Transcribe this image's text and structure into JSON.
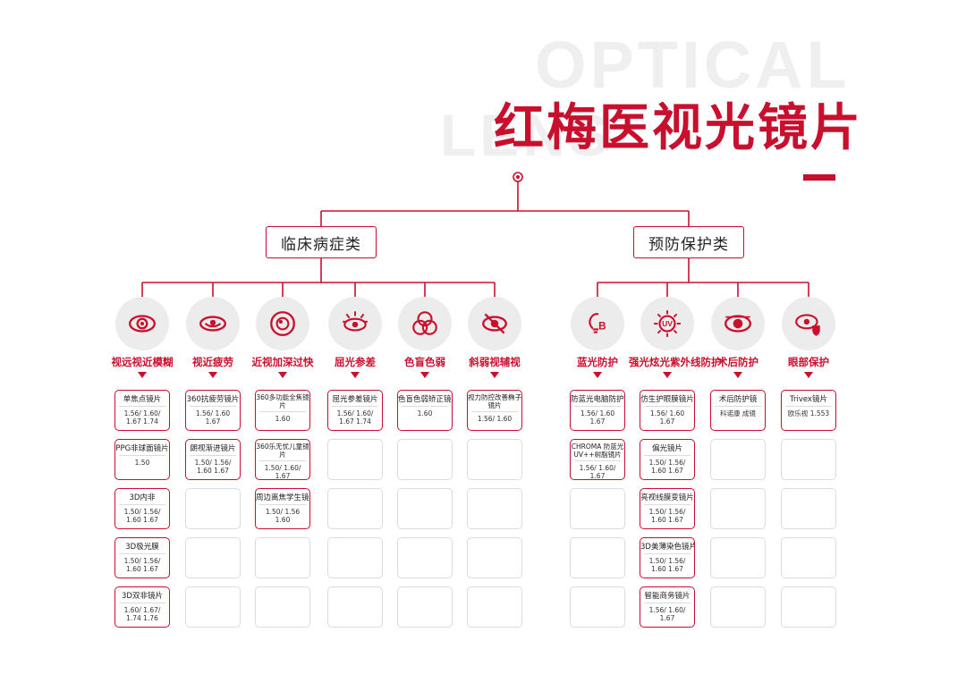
{
  "header": {
    "title": "红梅医视光镜片",
    "bg_word_1": "OPTICAL",
    "bg_word_2": "LENS"
  },
  "colors": {
    "accent": "#c8102e",
    "icon_bg": "#ececec",
    "card_border": "#c8102e",
    "empty_border": "#dcdcdc"
  },
  "categories": [
    {
      "label": "临床病症类",
      "subs": [
        {
          "label": "视远视近模糊",
          "icon": "eye-icon",
          "cards": [
            {
              "title": "单焦点镜片",
              "values": "1.56/ 1.60/ 1.67 1.74"
            },
            {
              "title": "PPG非球面镜片",
              "values": "1.50"
            },
            {
              "title": "3D内非",
              "values": "1.50/ 1.56/ 1.60 1.67"
            },
            {
              "title": "3D极光膜",
              "values": "1.50/ 1.56/ 1.60 1.67"
            },
            {
              "title": "3D双非镜片",
              "values": "1.60/ 1.67/ 1.74 1.76"
            }
          ]
        },
        {
          "label": "视近疲劳",
          "icon": "tired-eye-icon",
          "cards": [
            {
              "title": "360抗疲劳镜片",
              "values": "1.56/ 1.60 1.67"
            },
            {
              "title": "朗视渐进镜片",
              "values": "1.50/ 1.56/ 1.60 1.67"
            }
          ]
        },
        {
          "label": "近视加深过快",
          "icon": "myopia-eye-icon",
          "cards": [
            {
              "title": "360多功能全焦镜片",
              "values": "1.60"
            },
            {
              "title": "360乐无忧儿童镜片",
              "values": "1.50/ 1.60/ 1.67"
            },
            {
              "title": "周边离焦学生镜片",
              "values": "1.50/ 1.56 1.60"
            }
          ]
        },
        {
          "label": "屈光参差",
          "icon": "anisometropia-eye-icon",
          "cards": [
            {
              "title": "屈光参差镜片",
              "values": "1.56/ 1.60/ 1.67 1.74"
            }
          ]
        },
        {
          "label": "色盲色弱",
          "icon": "color-circles-icon",
          "cards": [
            {
              "title": "色盲色弱矫正镜片",
              "values": "1.60"
            }
          ]
        },
        {
          "label": "斜弱视辅视",
          "icon": "crossed-eye-icon",
          "cards": [
            {
              "title": "视力防控改善椭子镜片",
              "values": "1.56/ 1.60"
            }
          ]
        }
      ]
    },
    {
      "label": "预防保护类",
      "subs": [
        {
          "label": "蓝光防护",
          "icon": "bulb-b-icon",
          "cards": [
            {
              "title": "防蓝光电脑防护镜片",
              "values": "1.56/ 1.60 1.67"
            },
            {
              "title": "CHROMA 防蓝光 UV++树脂镜片",
              "values": "1.56/ 1.60/ 1.67"
            }
          ]
        },
        {
          "label": "强光炫光紫外线防护",
          "icon": "uv-sun-icon",
          "cards": [
            {
              "title": "仿生护眼膜镜片",
              "values": "1.56/ 1.60 1.67"
            },
            {
              "title": "偏光镜片",
              "values": "1.50/ 1.56/ 1.60 1.67"
            },
            {
              "title": "亮视线膜变镜片",
              "values": "1.50/ 1.56/ 1.60 1.67"
            },
            {
              "title": "3D美薄染色镜片",
              "values": "1.50/ 1.56/ 1.60 1.67"
            },
            {
              "title": "智能商务镜片",
              "values": "1.56/ 1.60/ 1.67"
            }
          ]
        },
        {
          "label": "术后防护",
          "icon": "surgery-eye-icon",
          "cards": [
            {
              "title": "术后防护镜",
              "values": "科诺康 成镜"
            }
          ]
        },
        {
          "label": "眼部保护",
          "icon": "eye-shield-icon",
          "cards": [
            {
              "title": "Trivex镜片",
              "values": "欧乐视 1.553"
            }
          ]
        }
      ]
    }
  ]
}
